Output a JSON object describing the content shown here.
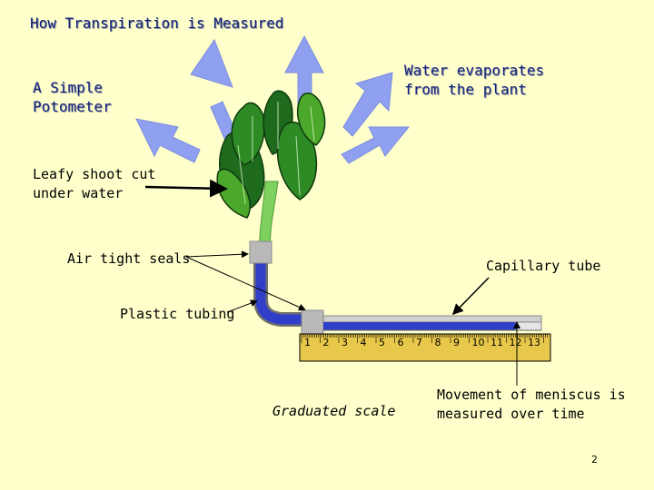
{
  "title": "How Transpiration is Measured",
  "labels": {
    "simple_potometer": "A Simple\nPotometer",
    "water_evaporates": "Water evaporates\nfrom the plant",
    "leafy_shoot": "Leafy shoot cut\nunder water",
    "air_tight_seals": "Air tight seals",
    "capillary_tube": "Capillary tube",
    "plastic_tubing": "Plastic tubing",
    "graduated_scale": "Graduated scale",
    "meniscus": "Movement of meniscus is\nmeasured over time"
  },
  "scale_numbers": [
    "1",
    "2",
    "3",
    "4",
    "5",
    "6",
    "7",
    "8",
    "9",
    "10",
    "11",
    "12",
    "13"
  ],
  "page_number": "2",
  "colors": {
    "background": "#FFFFCC",
    "title_text": "#0D1F7A",
    "arrow_fill": "#8FA0F0",
    "leaf_dark": "#1E6B1E",
    "leaf_light": "#4CA82A",
    "stem": "#7ED15E",
    "water_blue": "#2F3FC8",
    "seal_grey": "#B9B9B9",
    "scale_yellow": "#E8C84A",
    "capillary_grey": "#D0D0D0"
  }
}
